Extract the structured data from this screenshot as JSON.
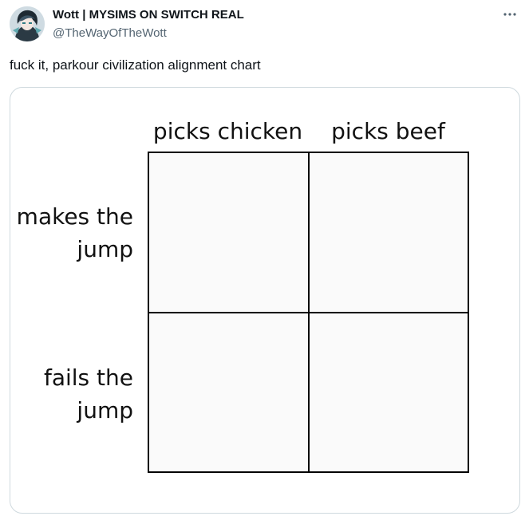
{
  "author": {
    "display_name": "Wott | MYSIMS ON SWITCH REAL",
    "handle": "@TheWayOfTheWott",
    "avatar_icon": "anime-avatar-icon"
  },
  "tweet": {
    "text": "fuck it, parkour civilization alignment chart",
    "more_icon": "more-horizontal-icon"
  },
  "media": {
    "type": "alignment-chart",
    "columns": [
      "picks chicken",
      "picks beef"
    ],
    "rows": [
      {
        "line1": "makes the",
        "line2": "jump"
      },
      {
        "line1": "fails the",
        "line2": "jump"
      }
    ]
  },
  "colors": {
    "text_primary": "#0f1419",
    "text_secondary": "#536471",
    "border": "#cfd9de",
    "grid_line": "#000000",
    "cell_fill": "#fafafa"
  }
}
